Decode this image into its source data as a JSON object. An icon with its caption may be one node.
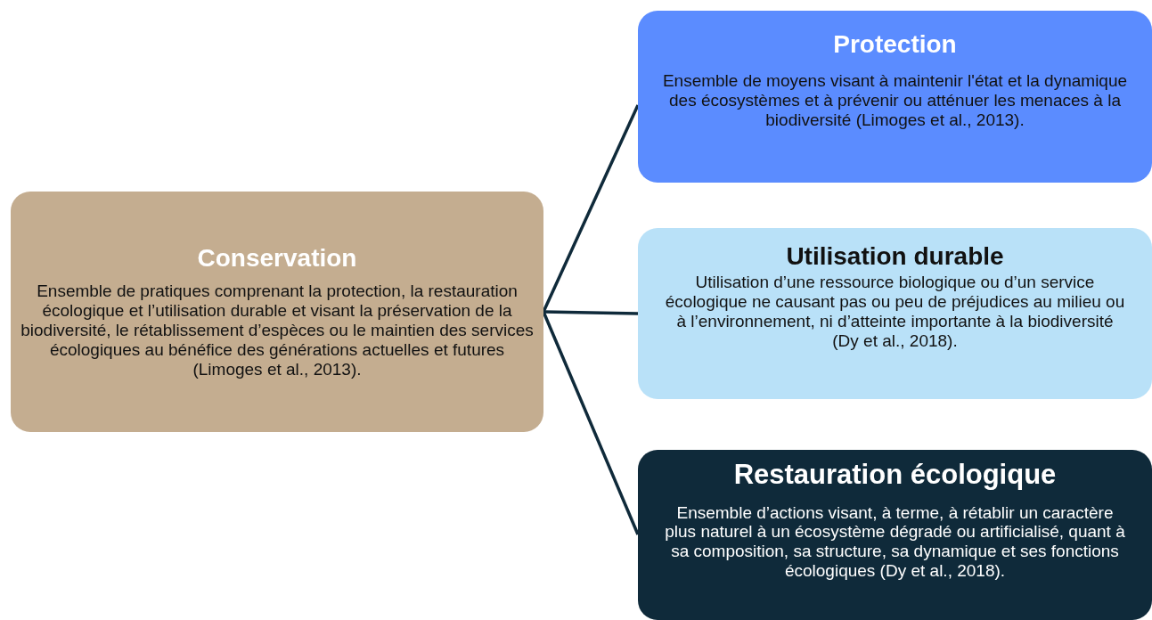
{
  "diagram": {
    "nodes": [
      {
        "text": [
          "Conservation",
          "Ensemble de pratiques comprenant la protection, la restauration écologique et l’utilisation durable et visant la préservation de la biodiversité, le rétablissement d’espèces ou le maintien des services écologiques au bénéfice des générations actuelles et futures (Limoges et al., 2013)."
        ]
      },
      {
        "text": [
          "Protection",
          "Ensemble de moyens visant à maintenir l'état et la dynamique des écosystèmes et à prévenir ou atténuer les menaces à la biodiversité (Limoges et al., 2013)."
        ]
      },
      {
        "text": [
          "Utilisation durable",
          "Utilisation d’une ressource biologique ou d’un service écologique ne causant pas ou peu de préjudices au milieu ou à l’environnement, ni d’atteinte importante à la biodiversité (Dy et al., 2018)."
        ]
      },
      {
        "text": [
          "Restauration écologique",
          "Ensemble d’actions visant, à terme, à rétablir un caractère plus naturel à un écosystème dégradé ou artificialisé, quant à sa composition, sa structure, sa dynamique et ses fonctions écologiques (Dy et al., 2018)."
        ]
      }
    ],
    "edges": [
      {
        "from": 0,
        "to": 1,
        "arrow": "none"
      },
      {
        "from": 0,
        "to": 2,
        "arrow": "none"
      },
      {
        "from": 0,
        "to": 3,
        "arrow": "none"
      }
    ]
  }
}
